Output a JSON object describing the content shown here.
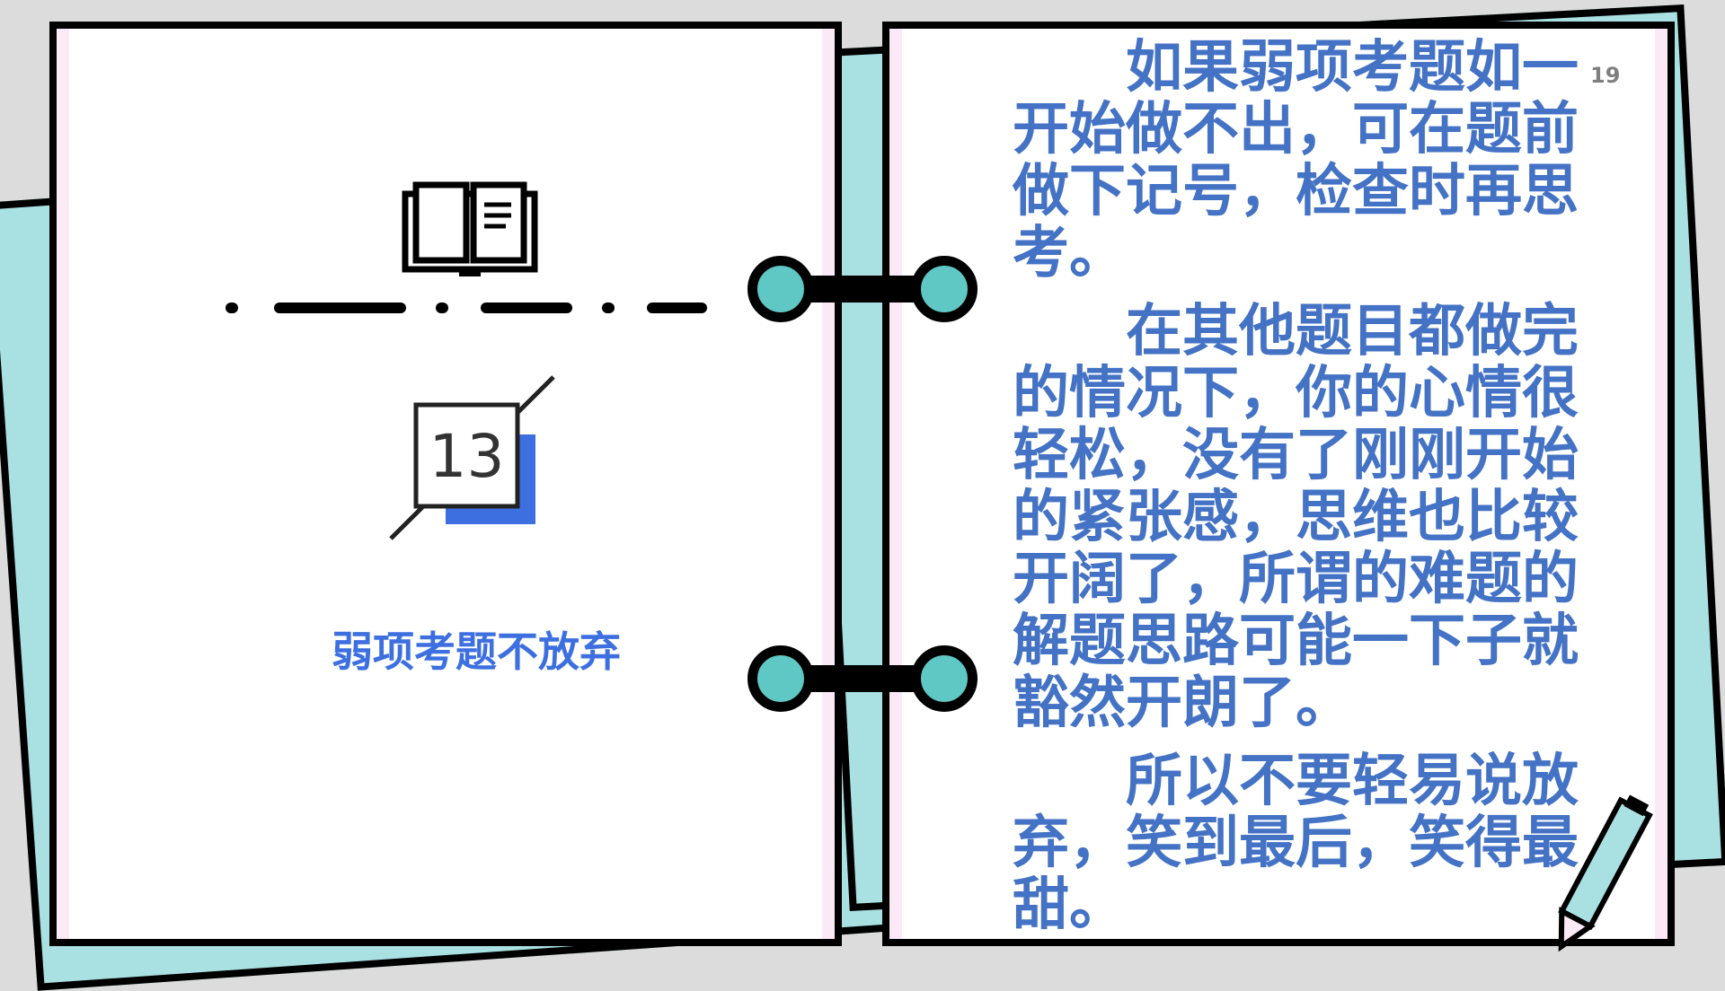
{
  "left_page": {
    "heading": "弱项考题不放弃",
    "calendar_number": "13"
  },
  "right_page": {
    "page_number": "19",
    "paragraphs": [
      "如果弱项考题如一开始做不出，可在题前做下记号，检查时再思考。",
      "在其他题目都做完的情况下，你的心情很轻松，没有了刚刚开始的紧张感，思维也比较开阔了，所谓的难题的解题思路可能一下子就豁然开朗了。",
      "所以不要轻易说放弃，笑到最后，笑得最甜。"
    ]
  },
  "colors": {
    "text_blue": "#4472c4",
    "heading_blue": "#3d6fe0",
    "teal": "#5fc7c4"
  }
}
